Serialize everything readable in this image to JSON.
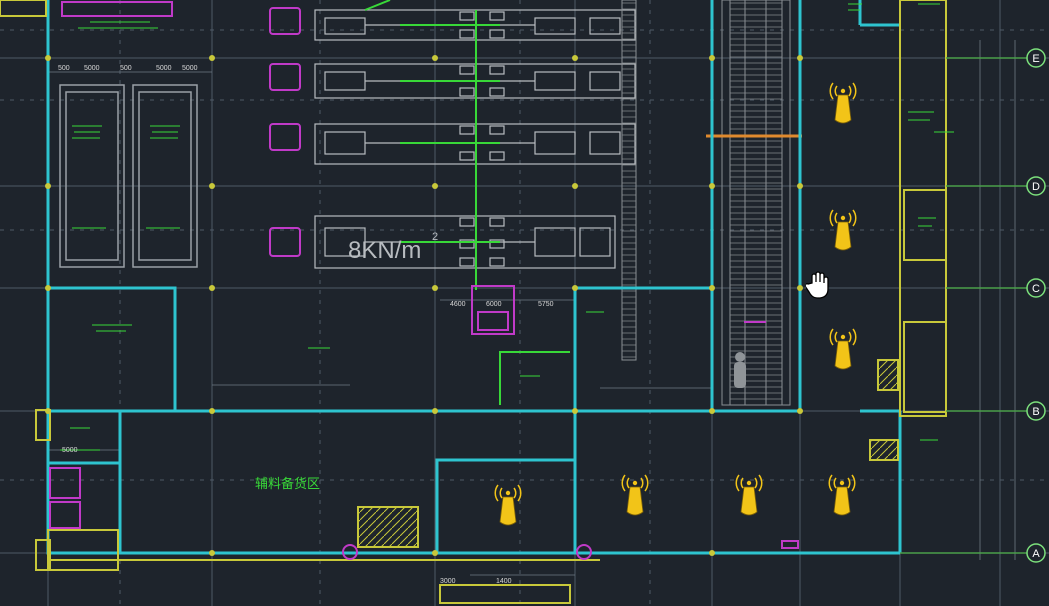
{
  "colors": {
    "background": "#1e242c",
    "wall": "#2ec4cf",
    "equipment": "#b8bcc0",
    "annotation": "#38d838",
    "column": "#c8c83a",
    "marker": "#c03ac8",
    "sensor": "#f2c418",
    "gridline": "#4e5a66",
    "axis": "#7ce07c"
  },
  "grid_axes": [
    "E",
    "D",
    "C",
    "B",
    "A"
  ],
  "drawing": {
    "load_label": "8KN/m",
    "load_superscript": "2",
    "storage_area_label": "辅料备货区"
  },
  "dimensions": {
    "top_row": [
      "500",
      "5000",
      "500",
      "5000",
      "5000"
    ],
    "mid_row": [
      "4600",
      "6000",
      "5750"
    ],
    "bottom_row": [
      "1400",
      "3000",
      "5000"
    ]
  },
  "icons": {
    "sensor": "wireless-sensor-icon",
    "cursor": "grab-hand-cursor-icon"
  }
}
